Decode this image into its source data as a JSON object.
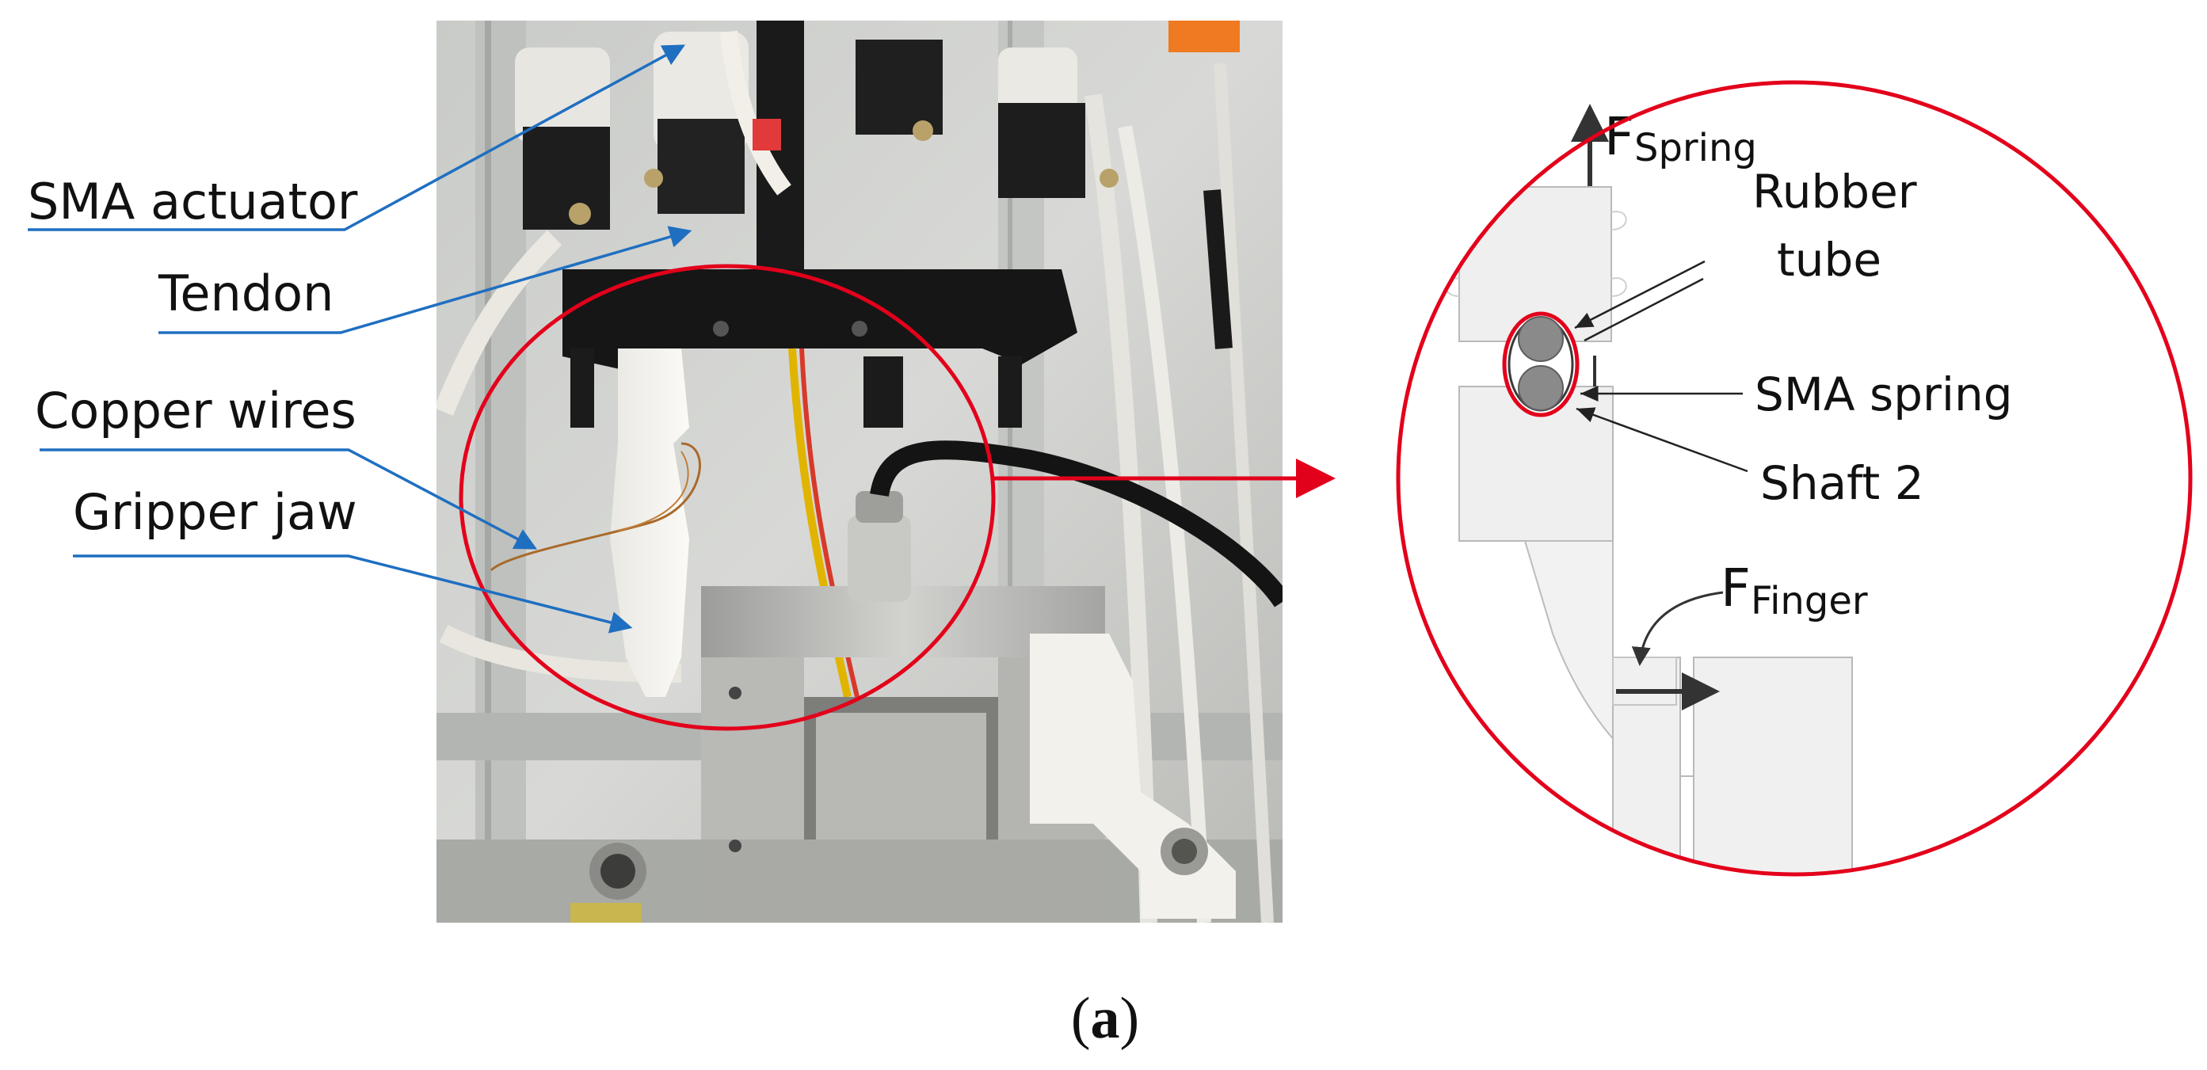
{
  "photo_labels": {
    "sma_actuator": "SMA actuator",
    "tendon": "Tendon",
    "copper_wires": "Copper wires",
    "gripper_jaw": "Gripper jaw"
  },
  "detail_labels": {
    "f_main": "F",
    "f_spring_sub": "Spring",
    "rubber_tube_line1": "Rubber",
    "rubber_tube_line2": "tube",
    "sma_spring": "SMA spring",
    "shaft_2": "Shaft 2",
    "f_finger_sub": "Finger"
  },
  "caption": {
    "open": "(",
    "letter": "a",
    "close": ")"
  },
  "colors": {
    "leader_blue": "#1f6fc1",
    "highlight_red": "#e3001b",
    "text": "#111111"
  }
}
